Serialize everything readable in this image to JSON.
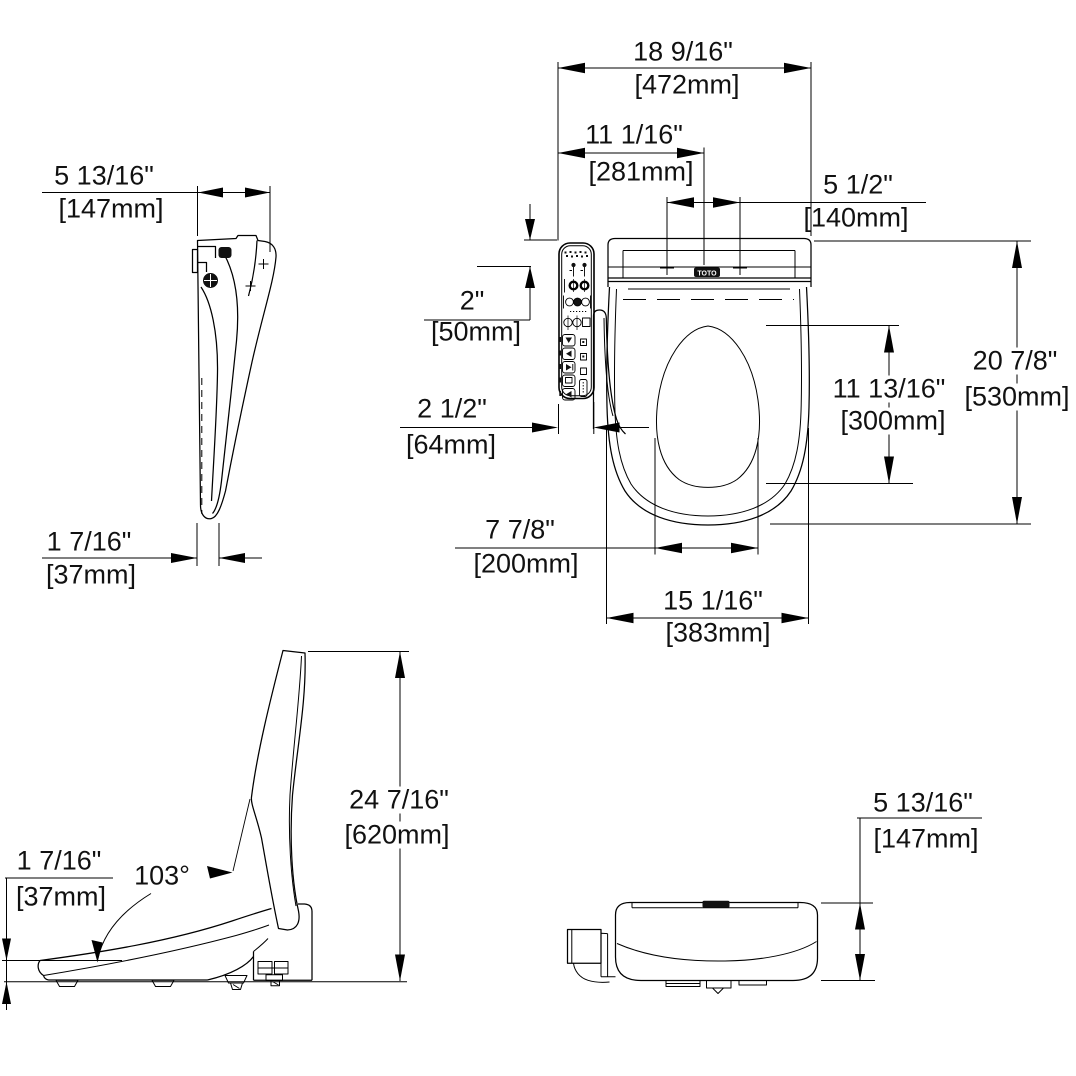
{
  "brand": "TOTO",
  "views": {
    "side_closed": {
      "width": {
        "in": "5 13/16\"",
        "mm": "[147mm]"
      },
      "front_thickness": {
        "in": "1 7/16\"",
        "mm": "[37mm]"
      }
    },
    "top": {
      "overall_width": {
        "in": "18 9/16\"",
        "mm": "[472mm]"
      },
      "edge_to_bolt_center": {
        "in": "11 1/16\"",
        "mm": "[281mm]"
      },
      "bolt_spacing": {
        "in": "5 1/2\"",
        "mm": "[140mm]"
      },
      "top_edge_to_bolt": {
        "in": "2\"",
        "mm": "[50mm]"
      },
      "panel_width": {
        "in": "2 1/2\"",
        "mm": "[64mm]"
      },
      "opening_width": {
        "in": "7 7/8\"",
        "mm": "[200mm]"
      },
      "opening_length": {
        "in": "11 13/16\"",
        "mm": "[300mm]"
      },
      "overall_depth": {
        "in": "20 7/8\"",
        "mm": "[530mm]"
      },
      "seat_width": {
        "in": "15 1/16\"",
        "mm": "[383mm]"
      }
    },
    "side_open": {
      "open_height": {
        "in": "24 7/16\"",
        "mm": "[620mm]"
      },
      "lid_angle": "103°",
      "front_thickness": {
        "in": "1 7/16\"",
        "mm": "[37mm]"
      }
    },
    "rear": {
      "height": {
        "in": "5 13/16\"",
        "mm": "[147mm]"
      }
    }
  }
}
